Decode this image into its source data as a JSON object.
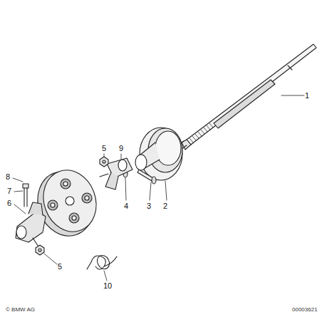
{
  "diagram": {
    "labels": [
      "1",
      "2",
      "3",
      "4",
      "5",
      "9",
      "8",
      "7",
      "6",
      "5",
      "10",
      "© BMW AG",
      "00003621"
    ]
  }
}
